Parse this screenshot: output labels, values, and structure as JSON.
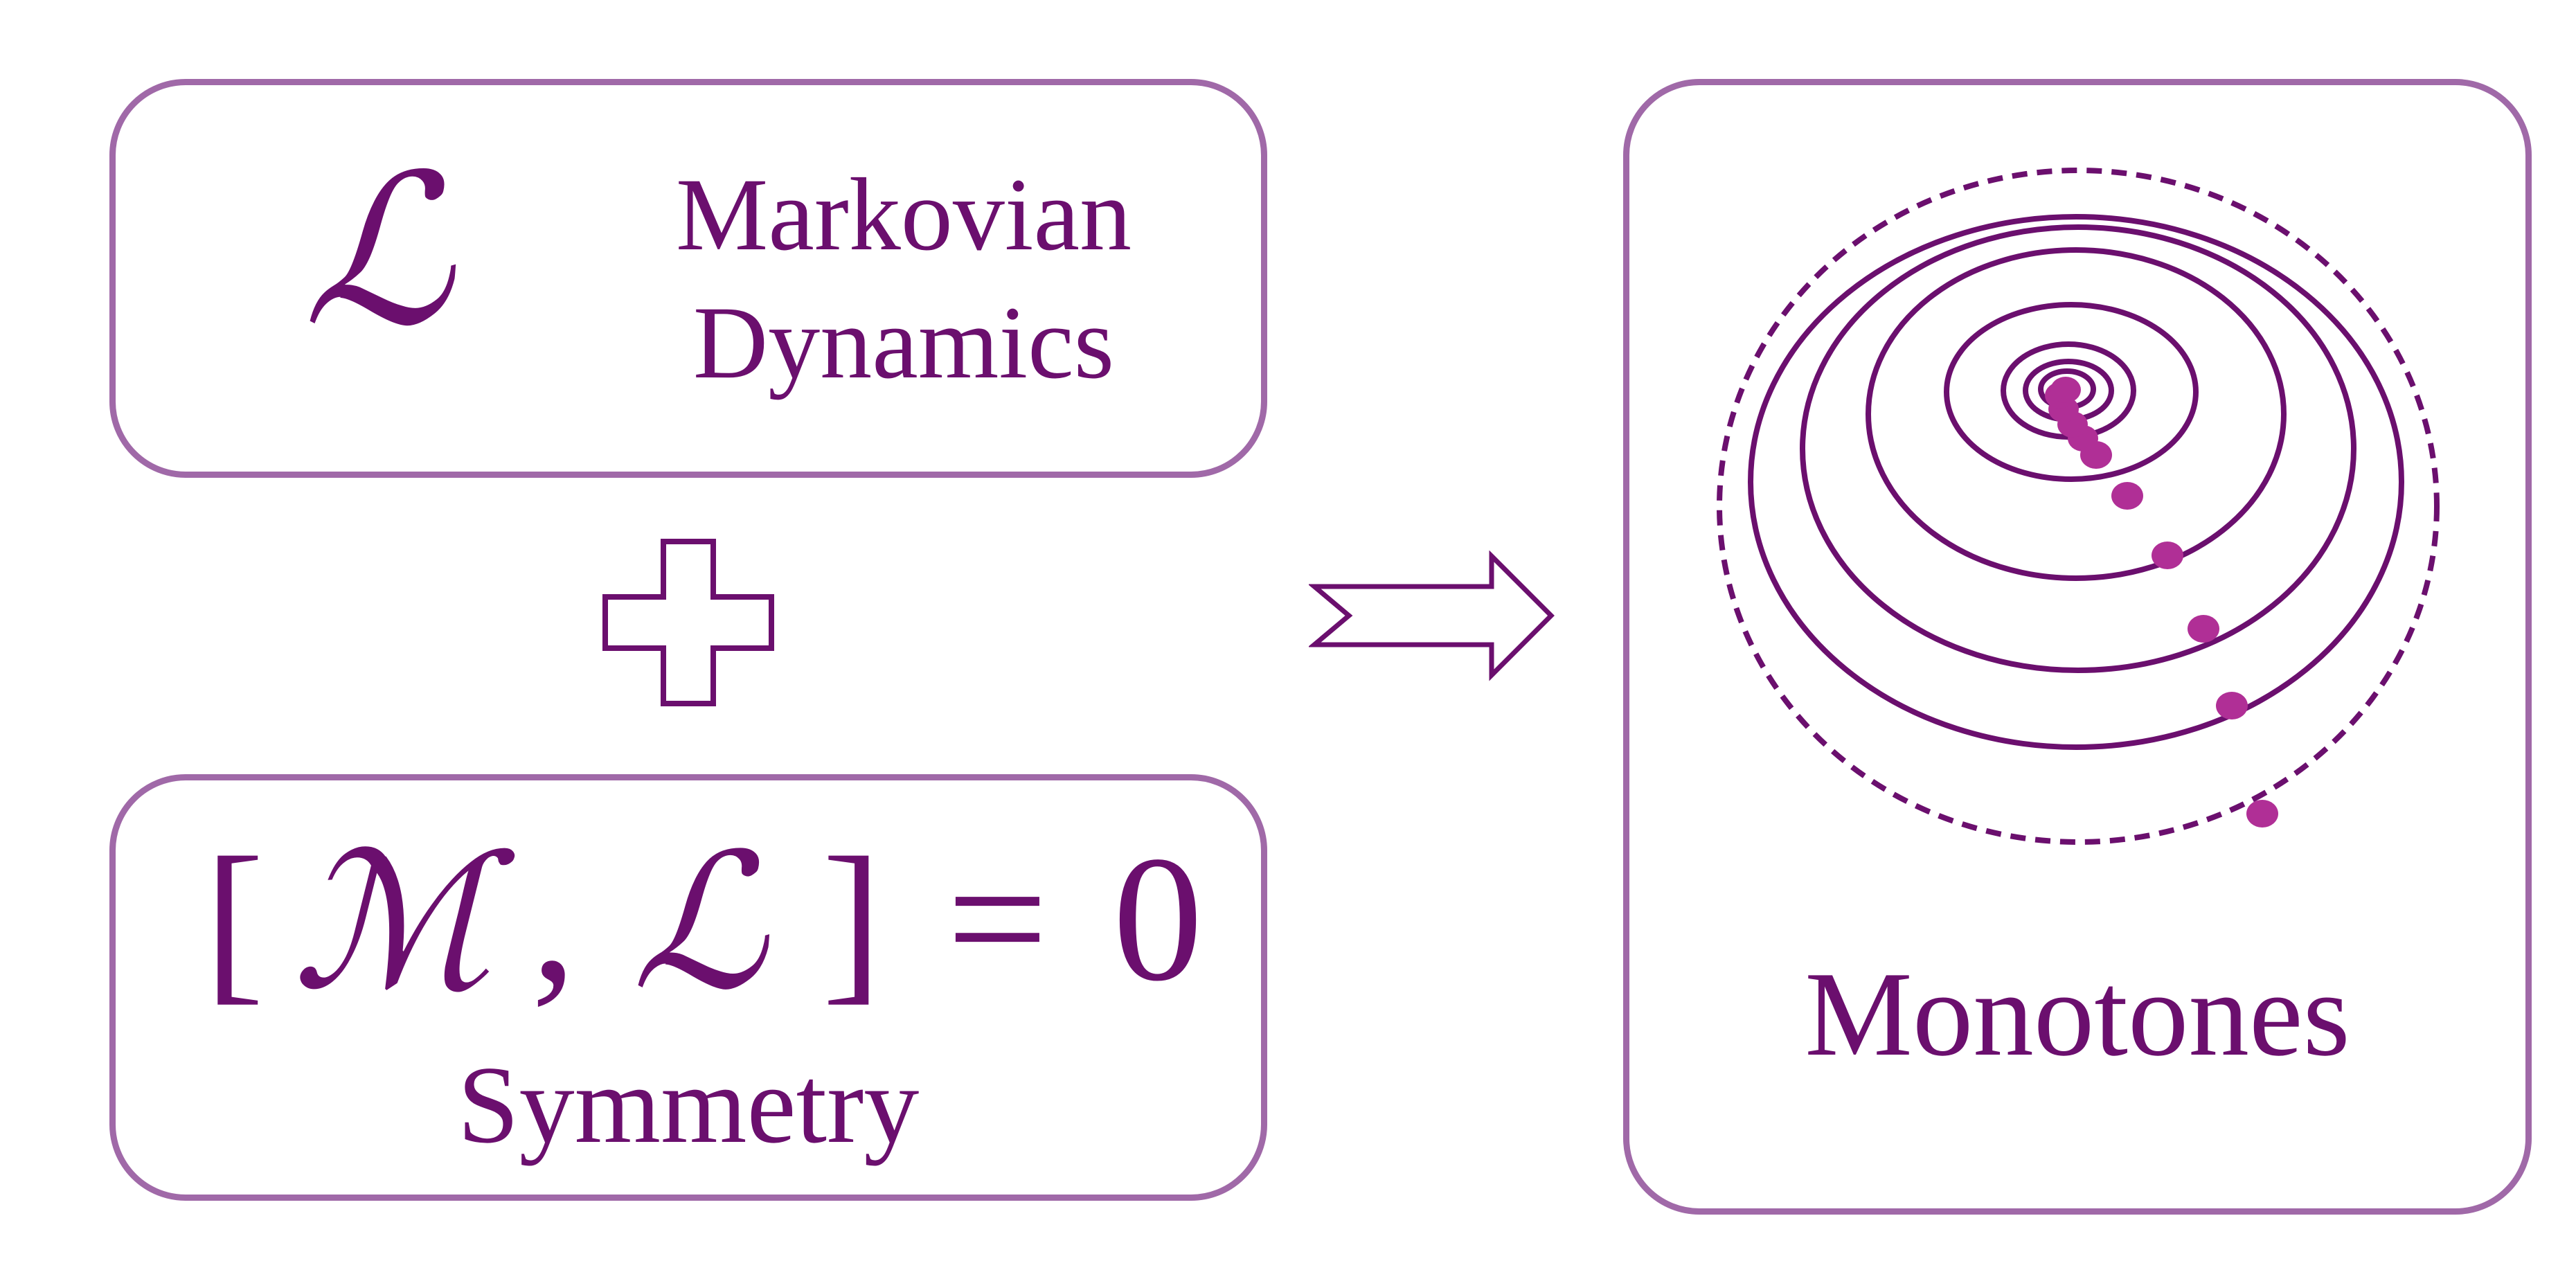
{
  "markov_box": {
    "symbol": "ℒ",
    "line1": "Markovian",
    "line2": "Dynamics"
  },
  "symmetry_box": {
    "bracket_open": "[",
    "symbol_m": "ℳ",
    "comma": ",",
    "symbol_l": "ℒ",
    "bracket_close": "]",
    "equals": "=",
    "zero": "0",
    "label": "Symmetry"
  },
  "monotones_box": {
    "label": "Monotones"
  },
  "icons": {
    "plus": "plus-icon",
    "arrow": "right-arrow-icon",
    "spiral": "spiral-orbit-icon"
  },
  "colors": {
    "text": "#6b0f6e",
    "border": "#a069a8",
    "dots": "#b02f96"
  }
}
